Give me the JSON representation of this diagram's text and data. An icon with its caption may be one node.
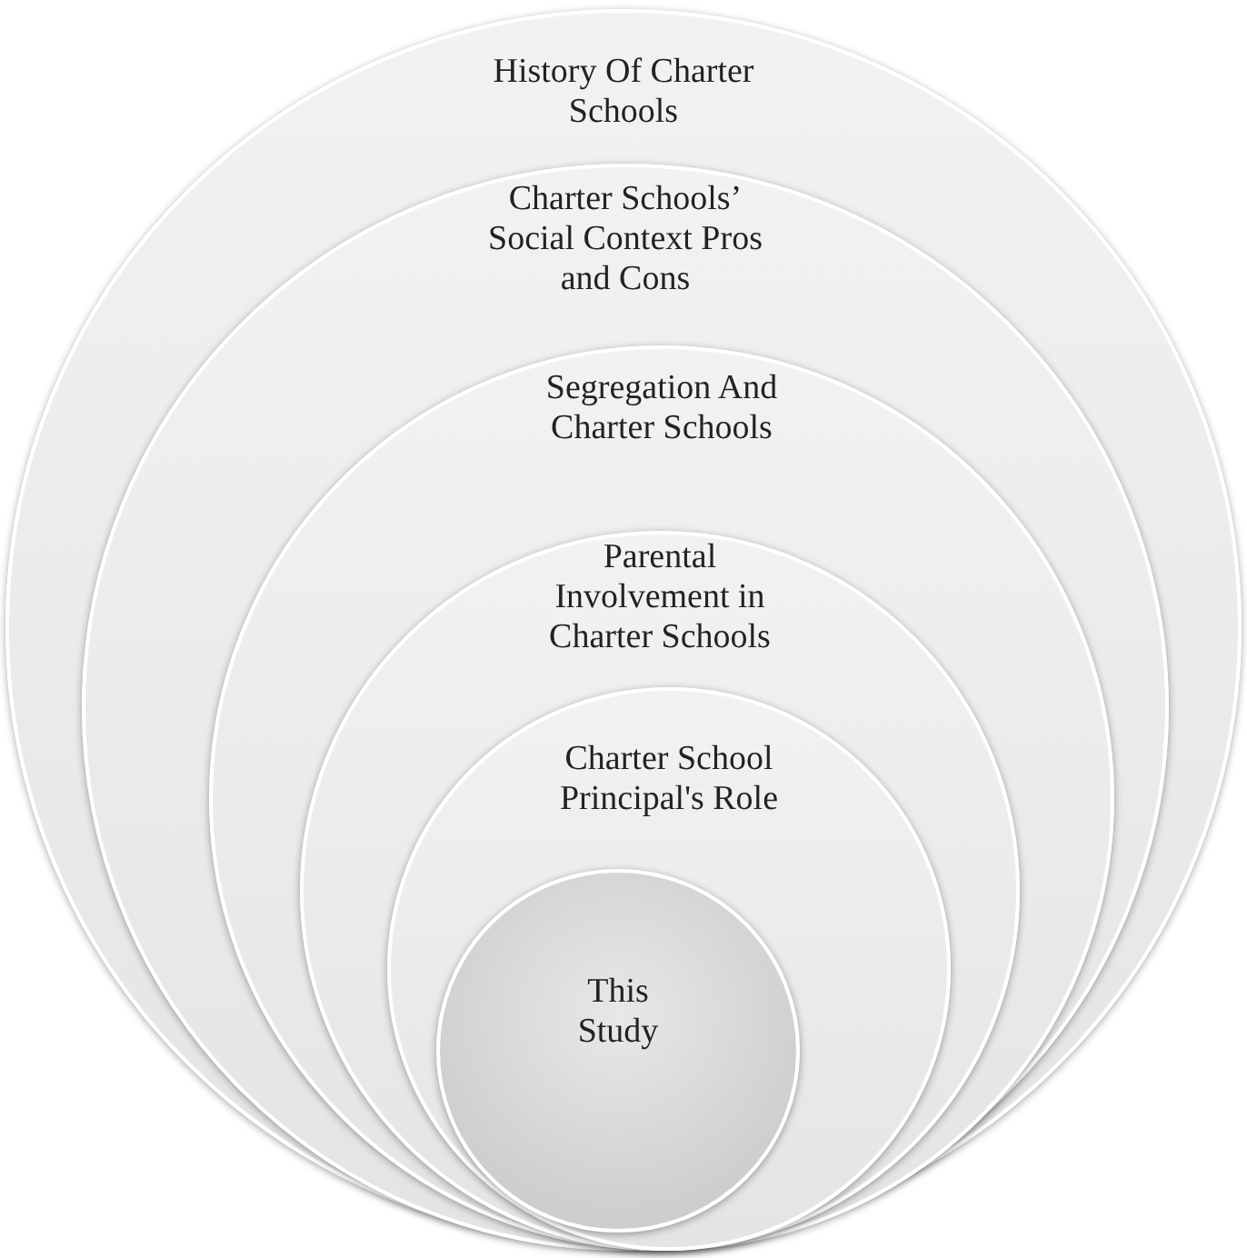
{
  "diagram": {
    "nodes": [
      {
        "text": [
          "History Of Charter Schools"
        ]
      },
      {
        "text": [
          "Charter Schools’ Social Context Pros and Cons"
        ],
        "in": 0
      },
      {
        "text": [
          "Segregation And Charter Schools"
        ],
        "in": 1
      },
      {
        "text": [
          "Parental Involvement in Charter Schools"
        ],
        "in": 2
      },
      {
        "text": [
          "Charter School Principal's Role"
        ],
        "in": 3
      },
      {
        "text": [
          "This Study"
        ],
        "in": 4
      }
    ]
  }
}
